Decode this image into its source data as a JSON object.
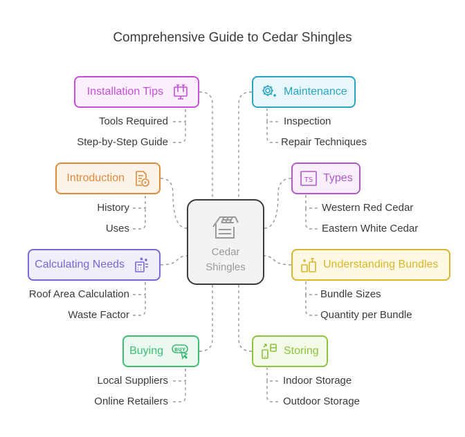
{
  "title": "Comprehensive Guide to Cedar Shingles",
  "center": {
    "line1": "Cedar",
    "line2": "Shingles",
    "icon": "house-roof-icon"
  },
  "left_topics": [
    {
      "label": "Installation Tips",
      "icon": "tools-icon",
      "color": "#c64fd8",
      "bg": "#fbeffd",
      "items": [
        "Tools Required",
        "Step-by-Step Guide"
      ]
    },
    {
      "label": "Introduction",
      "icon": "document-info-icon",
      "color": "#e08a3c",
      "bg": "#fdf3e9",
      "items": [
        "History",
        "Uses"
      ]
    },
    {
      "label": "Calculating Needs",
      "icon": "calculator-icon",
      "color": "#7a66d8",
      "bg": "#f1eefc",
      "items": [
        "Roof Area Calculation",
        "Waste Factor"
      ]
    },
    {
      "label": "Buying",
      "icon": "buy-cursor-icon",
      "color": "#3dbd72",
      "bg": "#ebf9f0",
      "items": [
        "Local Suppliers",
        "Online Retailers"
      ]
    }
  ],
  "right_topics": [
    {
      "label": "Maintenance",
      "icon": "gear-icon",
      "color": "#28a5c2",
      "bg": "#e8f7fb",
      "items": [
        "Inspection",
        "Repair Techniques"
      ]
    },
    {
      "label": "Types",
      "icon": "ts-text-icon",
      "color": "#b257cc",
      "bg": "#f8eefc",
      "items": [
        "Western Red Cedar",
        "Eastern White Cedar"
      ]
    },
    {
      "label": "Understanding Bundles",
      "icon": "bundle-icon",
      "color": "#d9b62a",
      "bg": "#fdf8e2",
      "items": [
        "Bundle Sizes",
        "Quantity per Bundle"
      ]
    },
    {
      "label": "Storing",
      "icon": "storage-icon",
      "color": "#8cc43d",
      "bg": "#f3fae8",
      "items": [
        "Indoor Storage",
        "Outdoor Storage"
      ]
    }
  ]
}
